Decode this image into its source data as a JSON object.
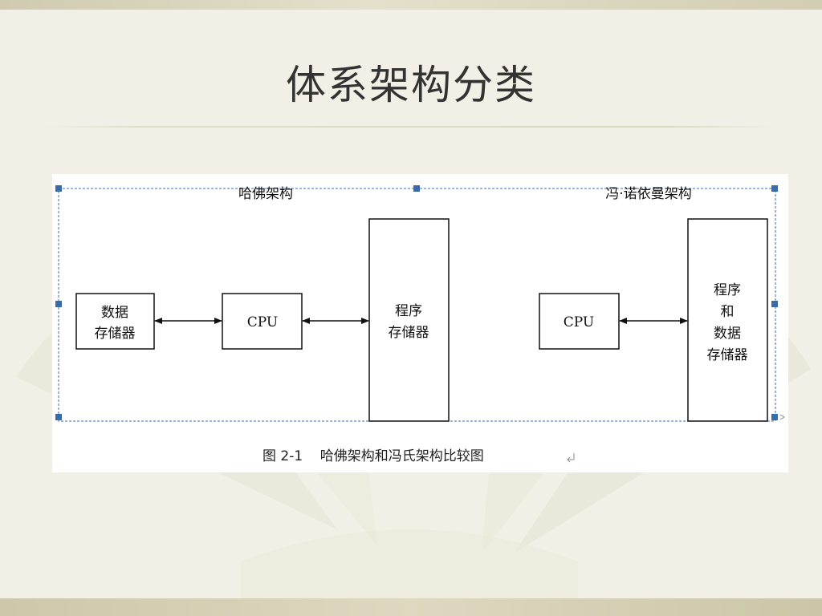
{
  "slide": {
    "title": "体系架构分类"
  },
  "figure": {
    "harvard": {
      "heading": "哈佛架构",
      "data_memory": [
        "数据",
        "存储器"
      ],
      "cpu": "CPU",
      "program_memory": [
        "程序",
        "存储器"
      ]
    },
    "von_neumann": {
      "heading": "冯·诺依曼架构",
      "cpu": "CPU",
      "memory": [
        "程序",
        "和",
        "数据",
        "存储器"
      ]
    },
    "caption": "图 2-1    哈佛架构和冯氏架构比较图"
  },
  "colors": {
    "selection": "#3a6fb0",
    "handle": "#3b6aa8",
    "background": "#f2f0e6",
    "band": "#d5d0b6"
  }
}
